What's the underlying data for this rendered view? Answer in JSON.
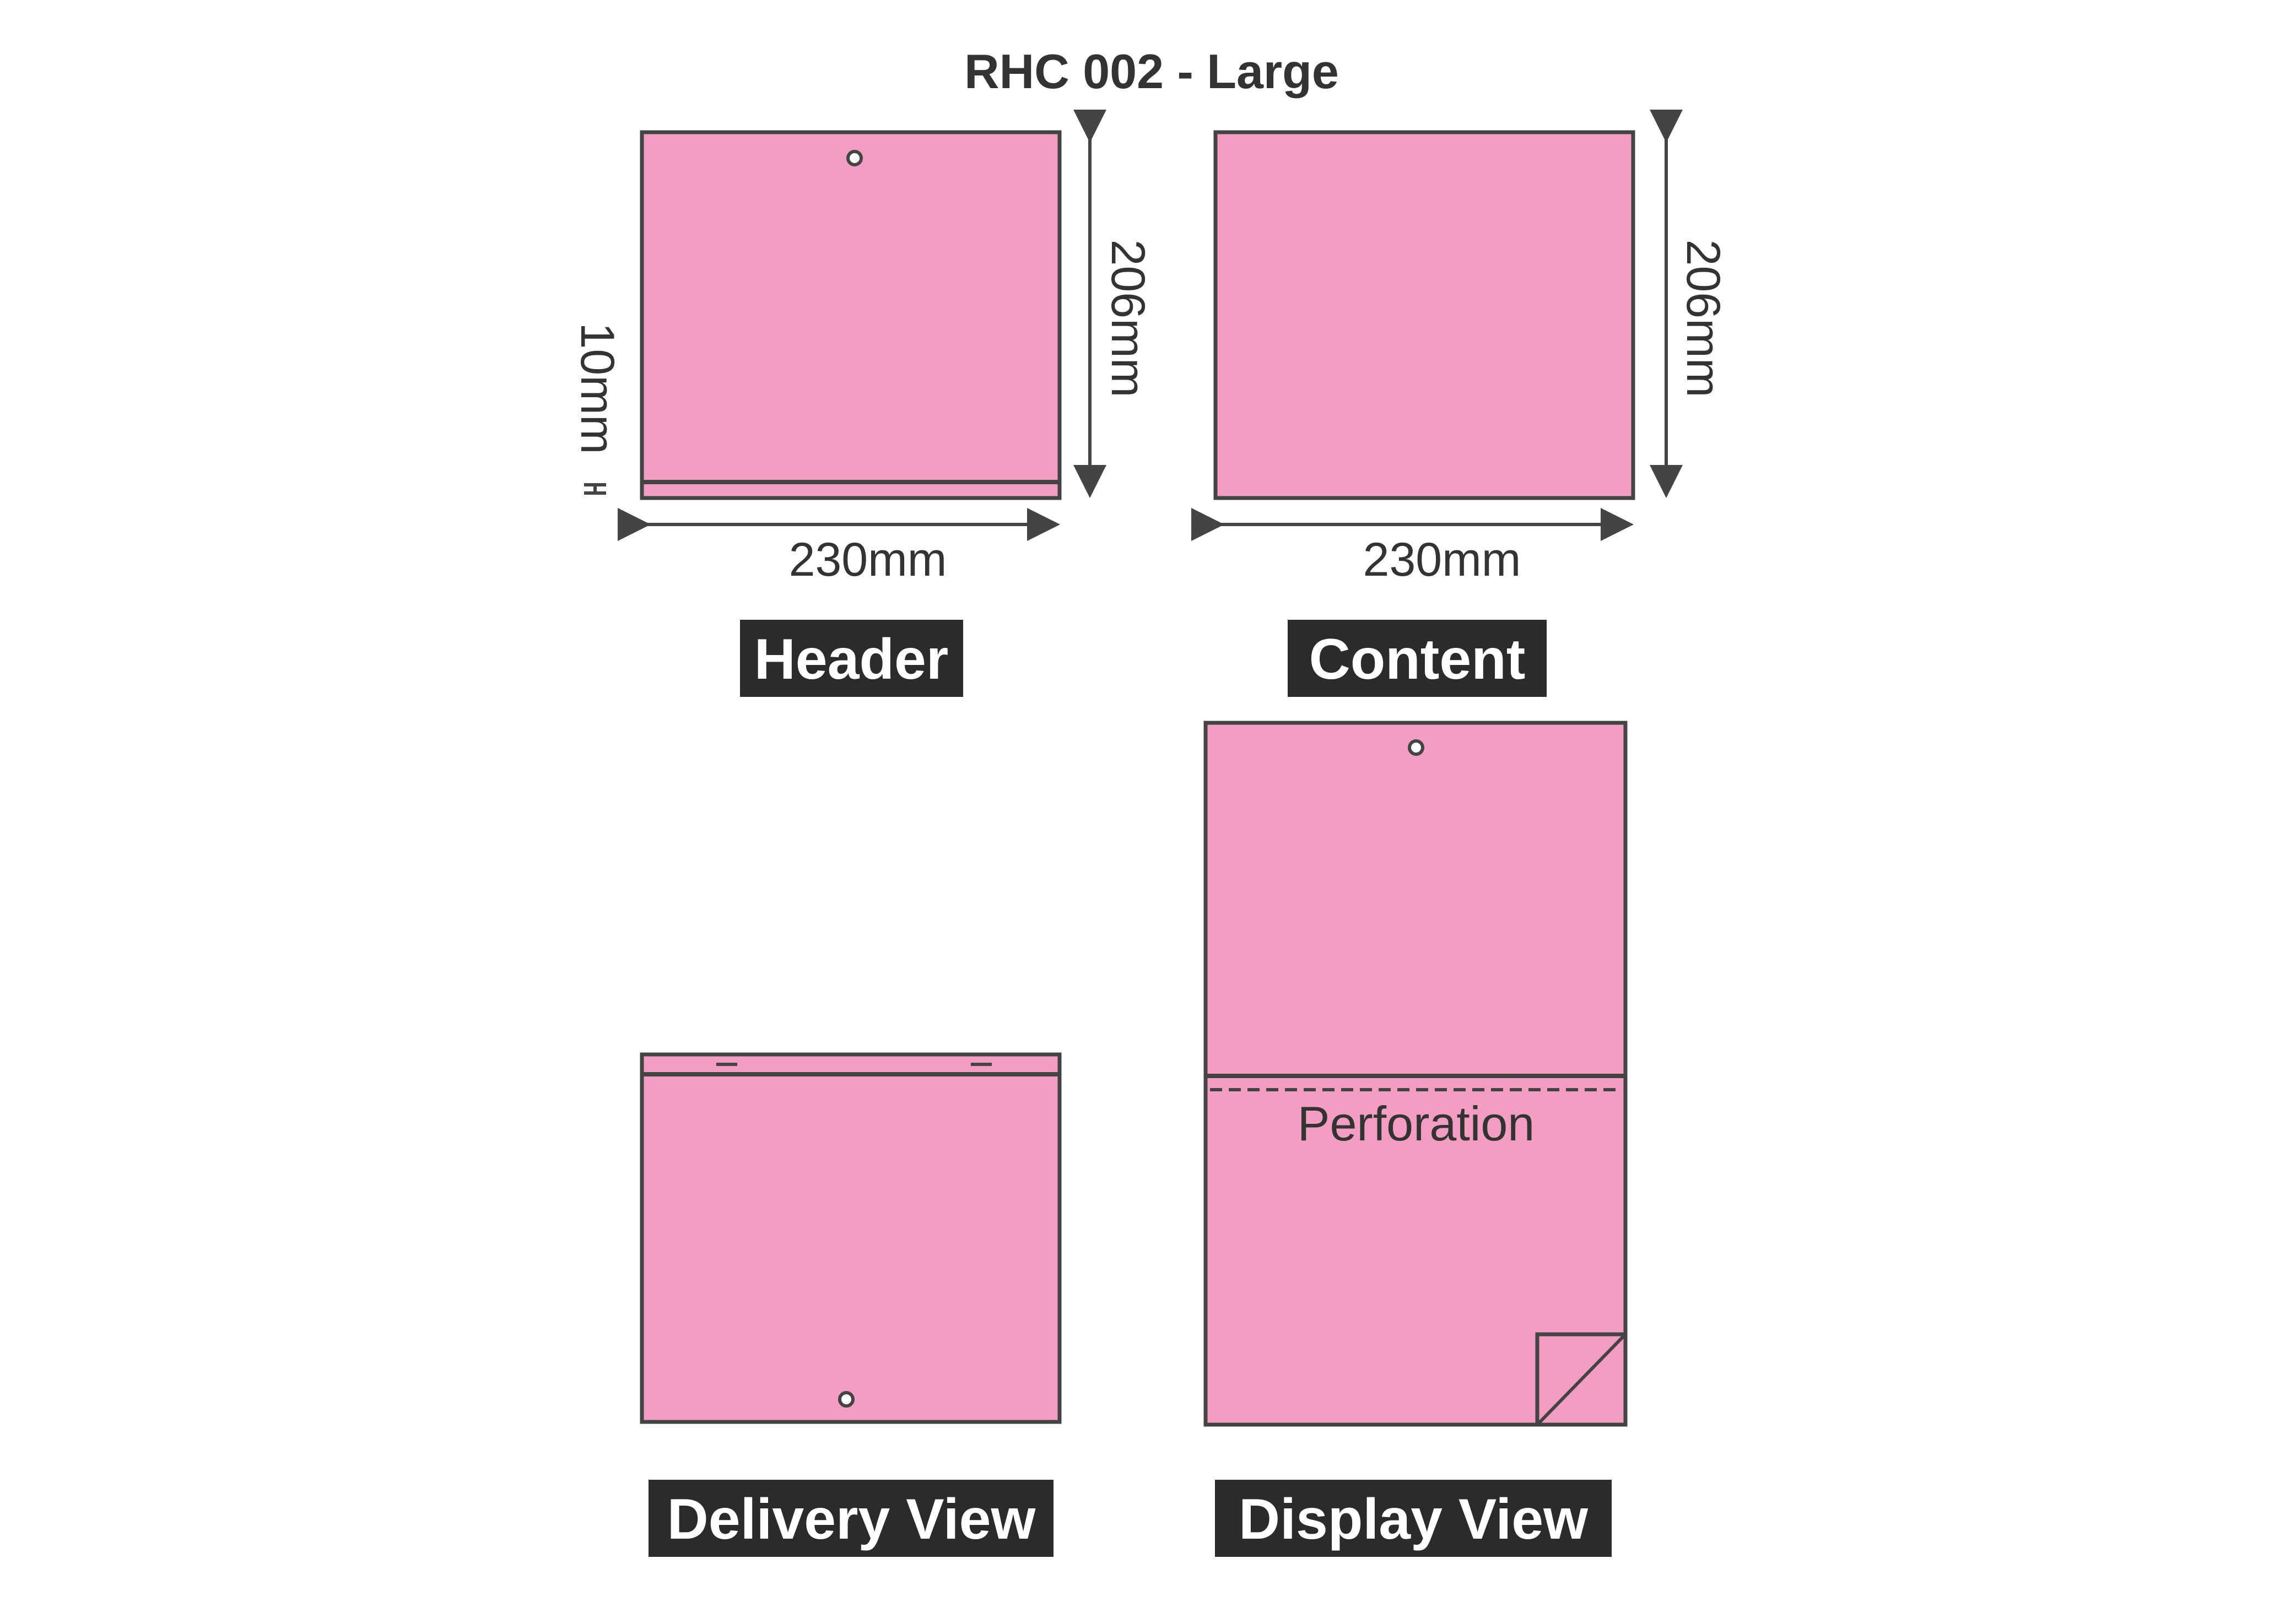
{
  "title": "RHC 002 - Large",
  "colors": {
    "sheet_fill": "#f49dc2",
    "outline": "#444444",
    "badge_bg": "#2b2b2b",
    "badge_text": "#ffffff",
    "text": "#333333"
  },
  "header_panel": {
    "width_label": "230mm",
    "height_label": "206mm",
    "strip_label": "10mm",
    "caption": "Header"
  },
  "content_panel": {
    "width_label": "230mm",
    "height_label": "206mm",
    "caption": "Content"
  },
  "delivery_panel": {
    "caption": "Delivery View"
  },
  "display_panel": {
    "perforation_label": "Perforation",
    "caption": "Display View"
  }
}
